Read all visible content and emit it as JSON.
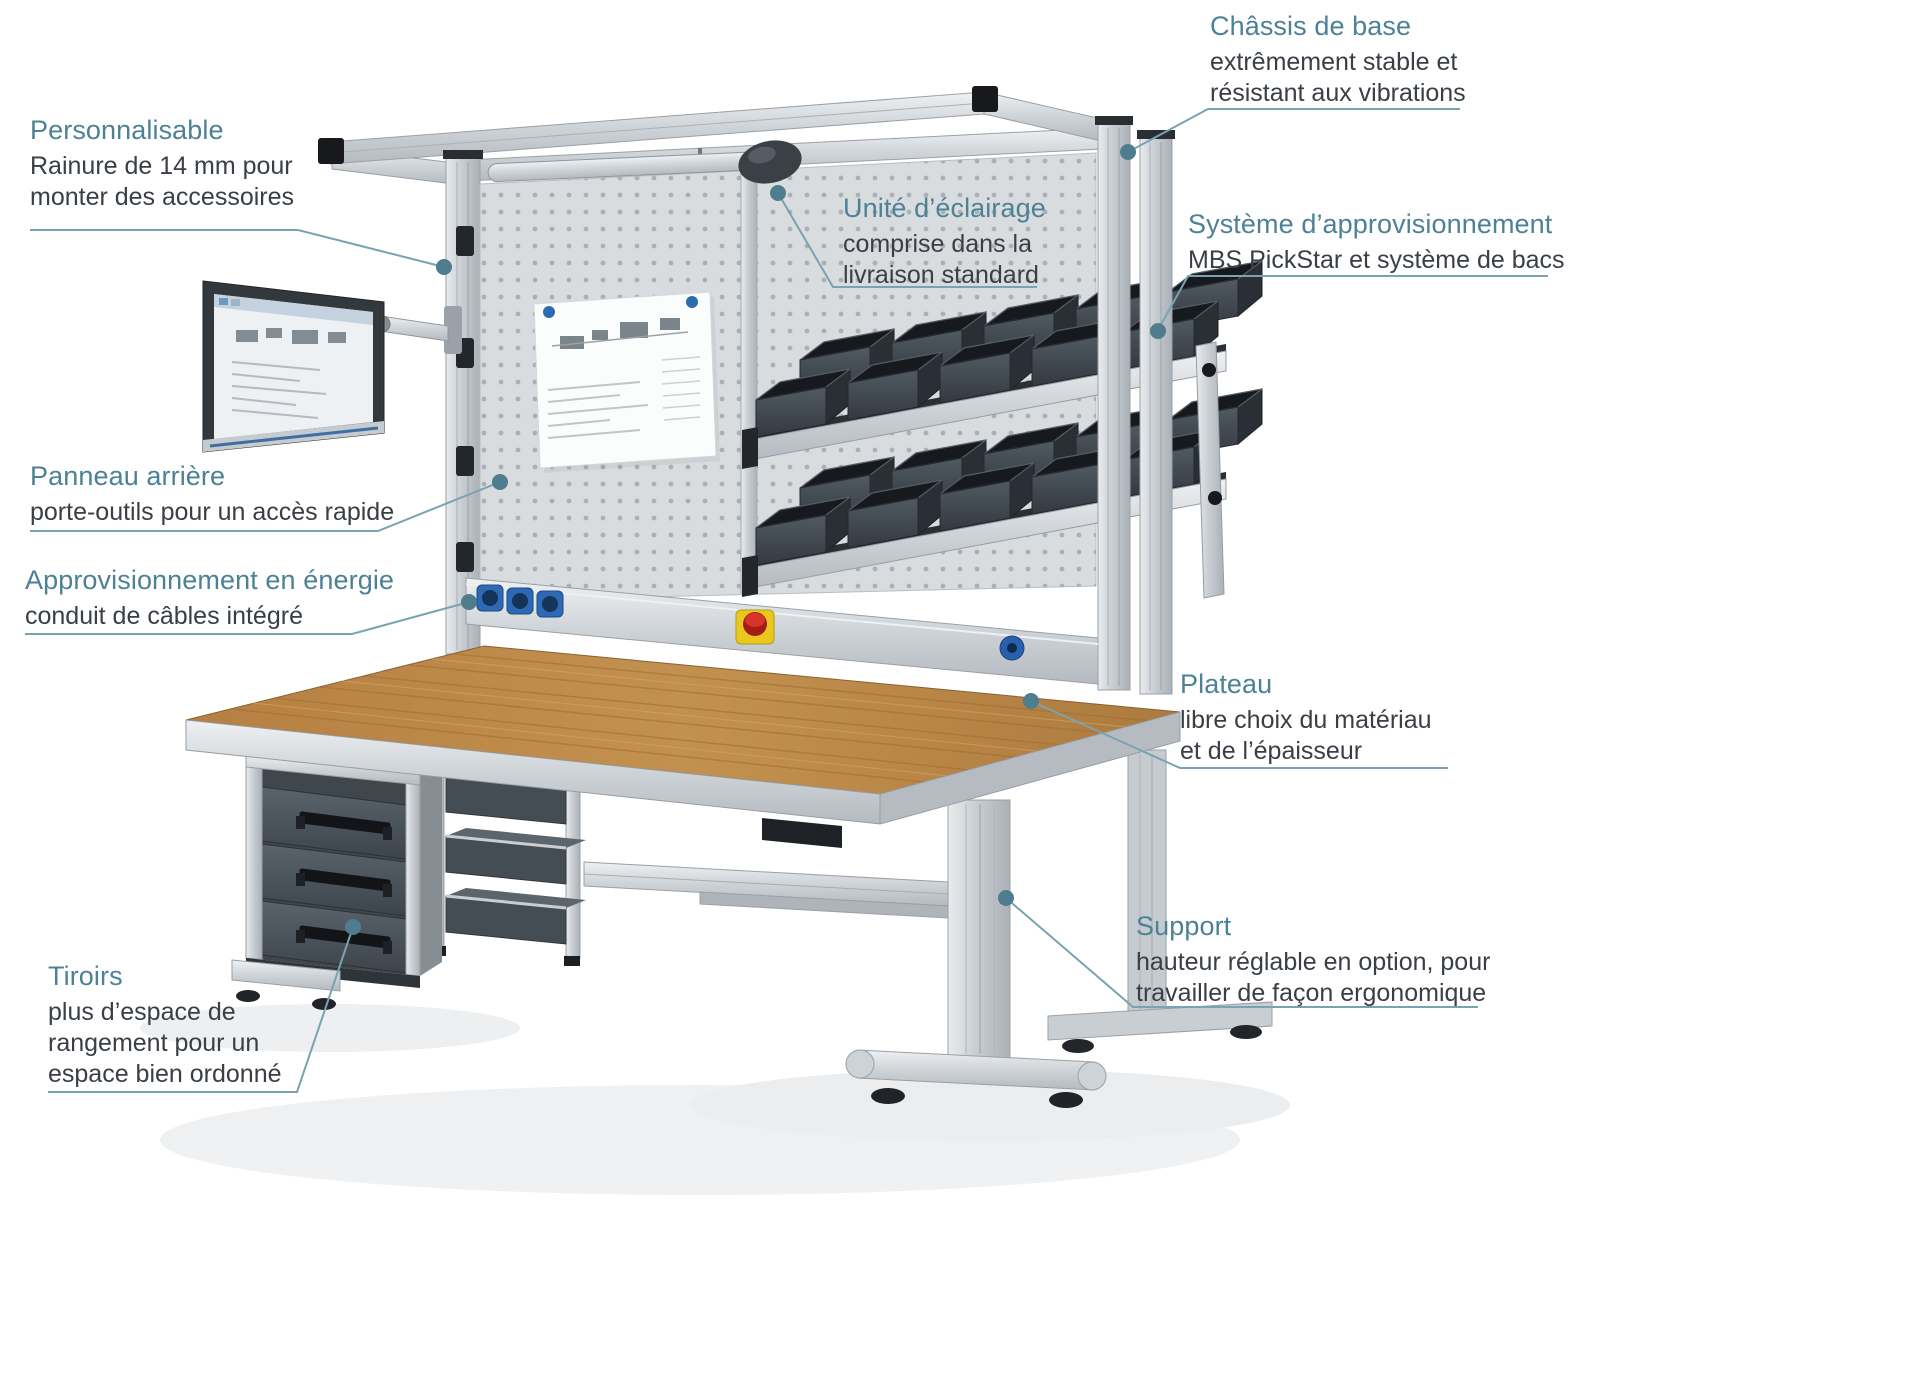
{
  "illustration": {
    "alt": "Poste de travail industriel avec cadre en aluminium, panneau perforé, écran, bacs, plateau en bois et tiroirs",
    "colors": {
      "accent_teal": "#4d8195",
      "connector_line": "#79a3b1",
      "connector_dot": "#4f7d8e",
      "body_text": "#393f45",
      "aluminum": "#ced3d7",
      "wood": "#b8834a",
      "drawer_gray": "#49525a",
      "socket_blue": "#2e69b5",
      "estop_red": "#c6251c",
      "estop_yellow": "#e9c71f"
    }
  },
  "callouts": [
    {
      "id": "personnalisable",
      "title": "Personnalisable",
      "body": "Rainure de 14 mm pour\nmonter des accessoires"
    },
    {
      "id": "chassis",
      "title": "Châssis de base",
      "body": "extrêmement stable et\nrésistant aux vibrations"
    },
    {
      "id": "eclairage",
      "title": "Unité d’éclairage",
      "body": "comprise dans la\nlivraison standard"
    },
    {
      "id": "systeme",
      "title": "Système d’approvisionnement",
      "body": "MBS PickStar et système de bacs"
    },
    {
      "id": "panneau",
      "title": "Panneau arrière",
      "body": "porte-outils pour un accès rapide"
    },
    {
      "id": "energie",
      "title": "Approvisionnement en énergie",
      "body": "conduit de câbles intégré"
    },
    {
      "id": "plateau",
      "title": "Plateau",
      "body": "libre choix du matériau\net de l’épaisseur"
    },
    {
      "id": "support",
      "title": "Support",
      "body": "hauteur réglable en option, pour\ntravailler de façon ergonomique"
    },
    {
      "id": "tiroirs",
      "title": "Tiroirs",
      "body": "plus d’espace de\nrangement pour un\nespace bien ordonné"
    }
  ]
}
